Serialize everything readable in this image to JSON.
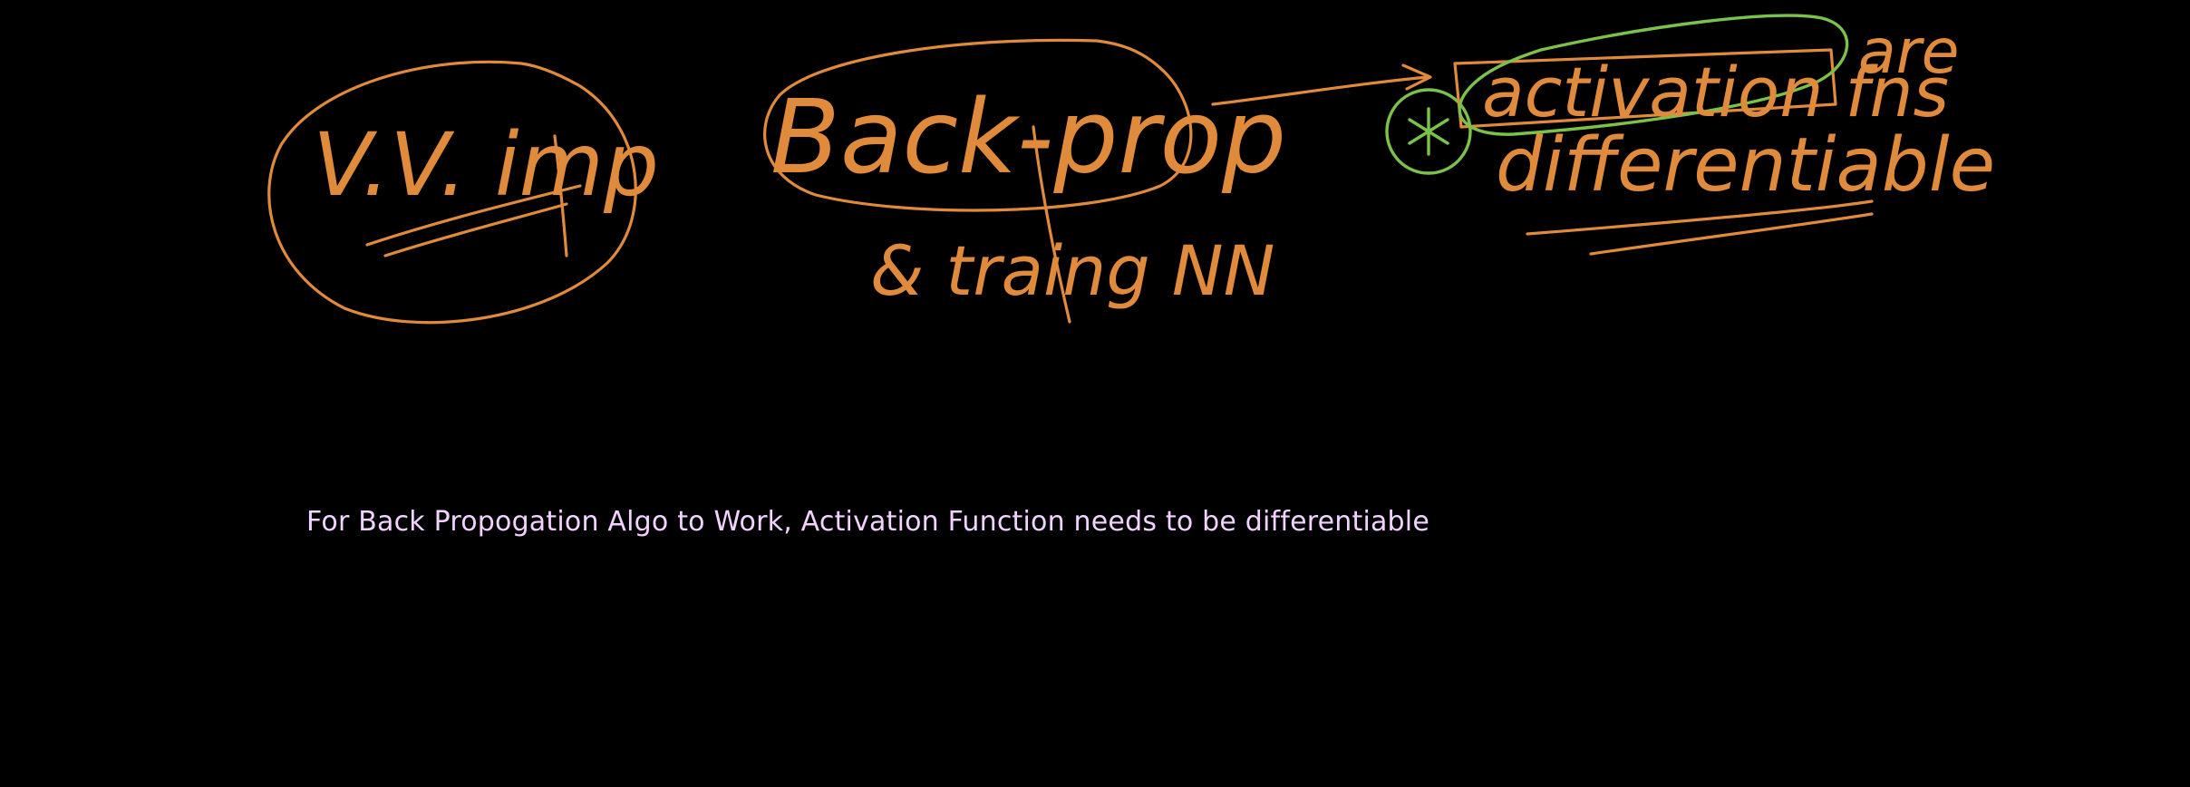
{
  "handwriting": {
    "vv_imp": "V.V. imp",
    "back_prop": "Back-prop",
    "training_nn": "& traing NN",
    "activation_fns": "activation fns",
    "are": "are",
    "differentiable": "differentiable"
  },
  "note": {
    "text": "For Back Propogation Algo to Work, Activation Function needs to be differentiable"
  },
  "colors": {
    "background": "#000000",
    "ink_orange": "#E08A3C",
    "ink_green": "#7CC24A",
    "typed_text": "#F2D3FF"
  },
  "icons": {
    "star": "asterisk-icon"
  }
}
